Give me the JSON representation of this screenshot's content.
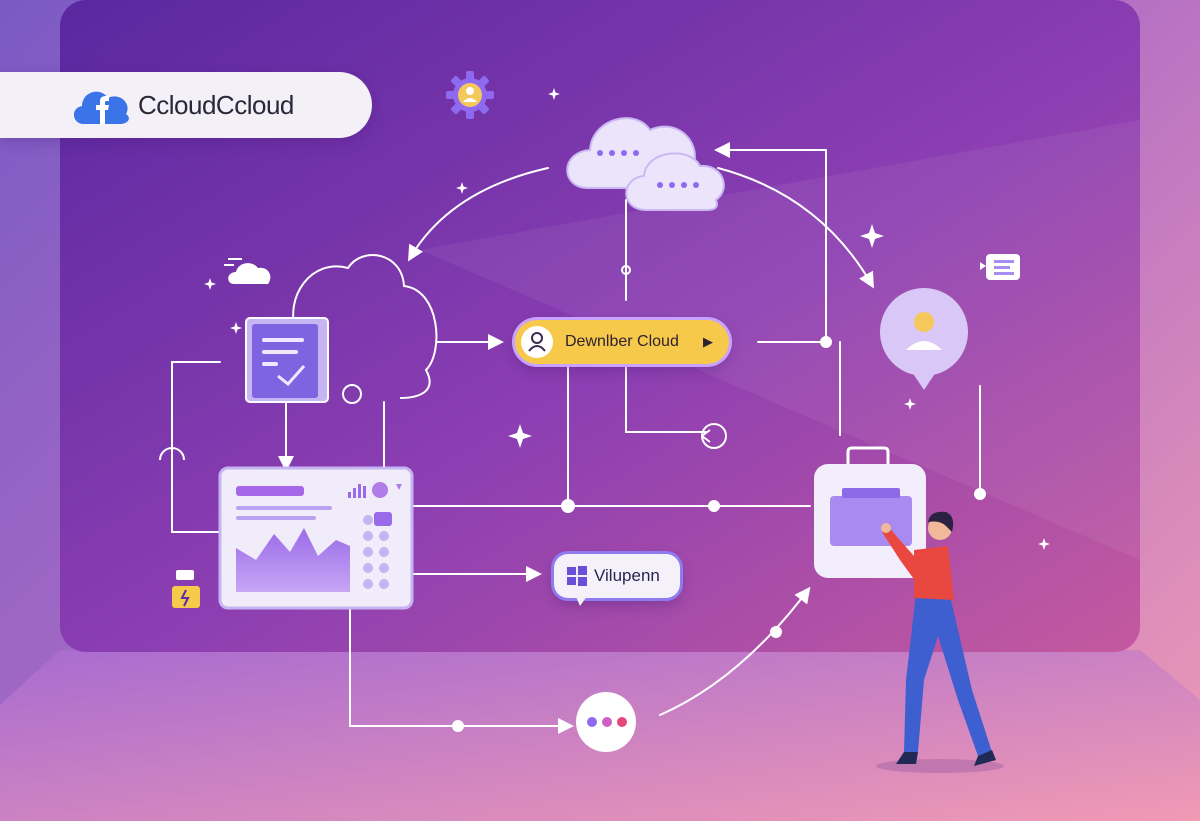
{
  "brand": {
    "name": "CcloudCcloud",
    "logo_icon": "cloud-f-logo-icon"
  },
  "nodes": {
    "center_pill": {
      "label": "Dewnlber Cloud",
      "icon": "user-icon",
      "arrow_icon": "play-arrow-icon"
    },
    "app_badge": {
      "label": "Vilupenn",
      "icon": "windows-icon"
    }
  },
  "icons": [
    "gear-person-icon",
    "cloud-icon",
    "document-check-icon",
    "dashboard-panel-icon",
    "monitor-case-icon",
    "person-pin-icon",
    "chat-dots-icon",
    "notes-icon",
    "small-cloud-icon",
    "tag-card-icon"
  ],
  "colors": {
    "accent_purple": "#8f7bf0",
    "highlight_yellow": "#f6c94a",
    "card": "#f1ecfa",
    "person_shirt": "#e8483f",
    "person_pants": "#3d5fd0"
  }
}
